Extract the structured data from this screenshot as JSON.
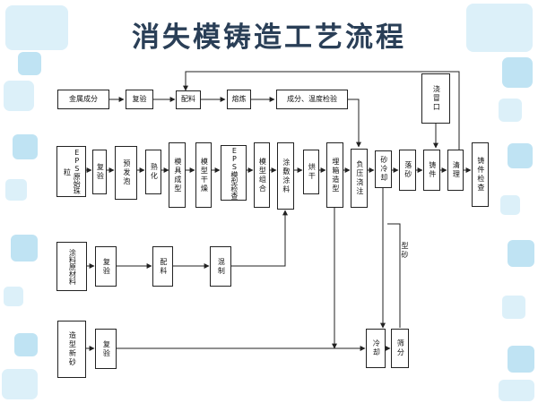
{
  "title": "消失模铸造工艺流程",
  "nodes": {
    "jinshu": "金属成分",
    "fuyan1": "复验",
    "peiliao1": "配料",
    "rongLian": "熔炼",
    "chengfen_wendu": "成分、温度检验",
    "jiaomaokou": "浇冒口",
    "eps_yuanshi": "EPS原始珠粒",
    "fuyan2": "复验",
    "yufapao": "预发泡",
    "shuhua": "熟化",
    "mojuchengxing": "模具成型",
    "moxingganzao": "模型干燥",
    "eps_moxing_jiancha": "EPS模型检查",
    "moxingzuhe": "模型组合",
    "tufutuliao": "涂敷涂料",
    "honggan": "烘干",
    "maixiangzaoxing": "埋箱造型",
    "fuyajiaozhu": "负压浇注",
    "shalengque": "砂冷却",
    "luosha": "落砂",
    "zhujian": "铸件",
    "qingli": "清理",
    "zhujianjiancha": "铸件检查",
    "tuliao_yuancailiao": "涂料原材料",
    "fuyan3": "复验",
    "peiliao2": "配料",
    "hunzhi": "混制",
    "zaoxing_xinsha": "造型新砂",
    "fuyan4": "复验",
    "lengque": "冷却",
    "shaifen": "筛分"
  },
  "labels": {
    "xingsha": "型砂"
  },
  "colors": {
    "title": "#2a3f57",
    "decor": "#bfe3f3",
    "decor_light": "#dcf0f9",
    "line": "#222222"
  }
}
